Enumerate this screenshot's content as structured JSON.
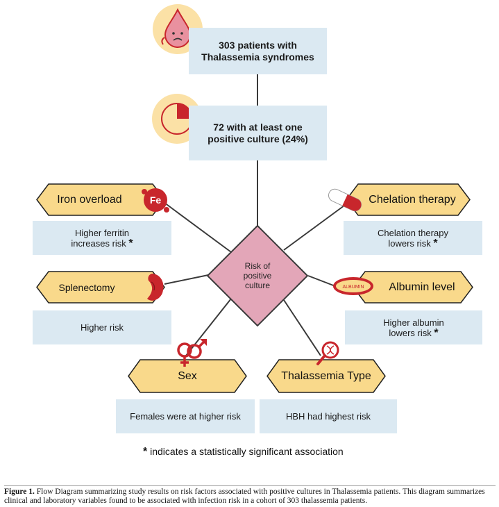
{
  "top_box": {
    "line1": "303 patients with",
    "line2": "Thalassemia syndromes"
  },
  "second_box": {
    "line1": "72 with at least one",
    "line2": "positive culture (24%)"
  },
  "center": {
    "line1": "Risk of",
    "line2": "positive",
    "line3": "culture"
  },
  "factors": {
    "iron": {
      "label": "Iron overload",
      "icon_text": "Fe",
      "finding_line1": "Higher ferritin",
      "finding_line2": "increases risk",
      "significant": "*"
    },
    "splenectomy": {
      "label": "Splenectomy",
      "finding": "Higher risk"
    },
    "sex": {
      "label": "Sex",
      "finding": "Females were at higher risk"
    },
    "chelation": {
      "label": "Chelation therapy",
      "finding_line1": "Chelation therapy",
      "finding_line2": "lowers risk",
      "significant": "*"
    },
    "albumin": {
      "label": "Albumin level",
      "icon_text": "ALBUMIN",
      "finding_line1": "Higher albumin",
      "finding_line2": "lowers risk",
      "significant": "*"
    },
    "thalassemia": {
      "label": "Thalassemia Type",
      "finding": "HBH had highest risk"
    }
  },
  "footnote": {
    "star": "*",
    "text": "indicates a statistically significant association"
  },
  "caption": {
    "figure_label": "Figure 1.",
    "text": "Flow Diagram summarizing study results on risk factors associated with positive cultures in Thalassemia patients. This diagram summarizes clinical and laboratory variables found to be associated with infection risk in a cohort of 303 thalassemia patients."
  },
  "colors": {
    "box_fill": "#dbe9f2",
    "hex_fill": "#f9d98b",
    "icon_circle": "#fbe1a6",
    "diamond_fill": "#e3a6b8",
    "icon_red": "#c8262c",
    "line": "#3a3a3a"
  },
  "icons": {
    "top": "blood-drop-sad-icon",
    "second": "pie-chart-icon",
    "iron": "iron-fe-icon",
    "splenectomy": "spleen-icon",
    "sex": "gender-symbols-icon",
    "chelation": "capsule-icon",
    "albumin": "albumin-pill-icon",
    "thalassemia": "dna-magnifier-icon"
  }
}
